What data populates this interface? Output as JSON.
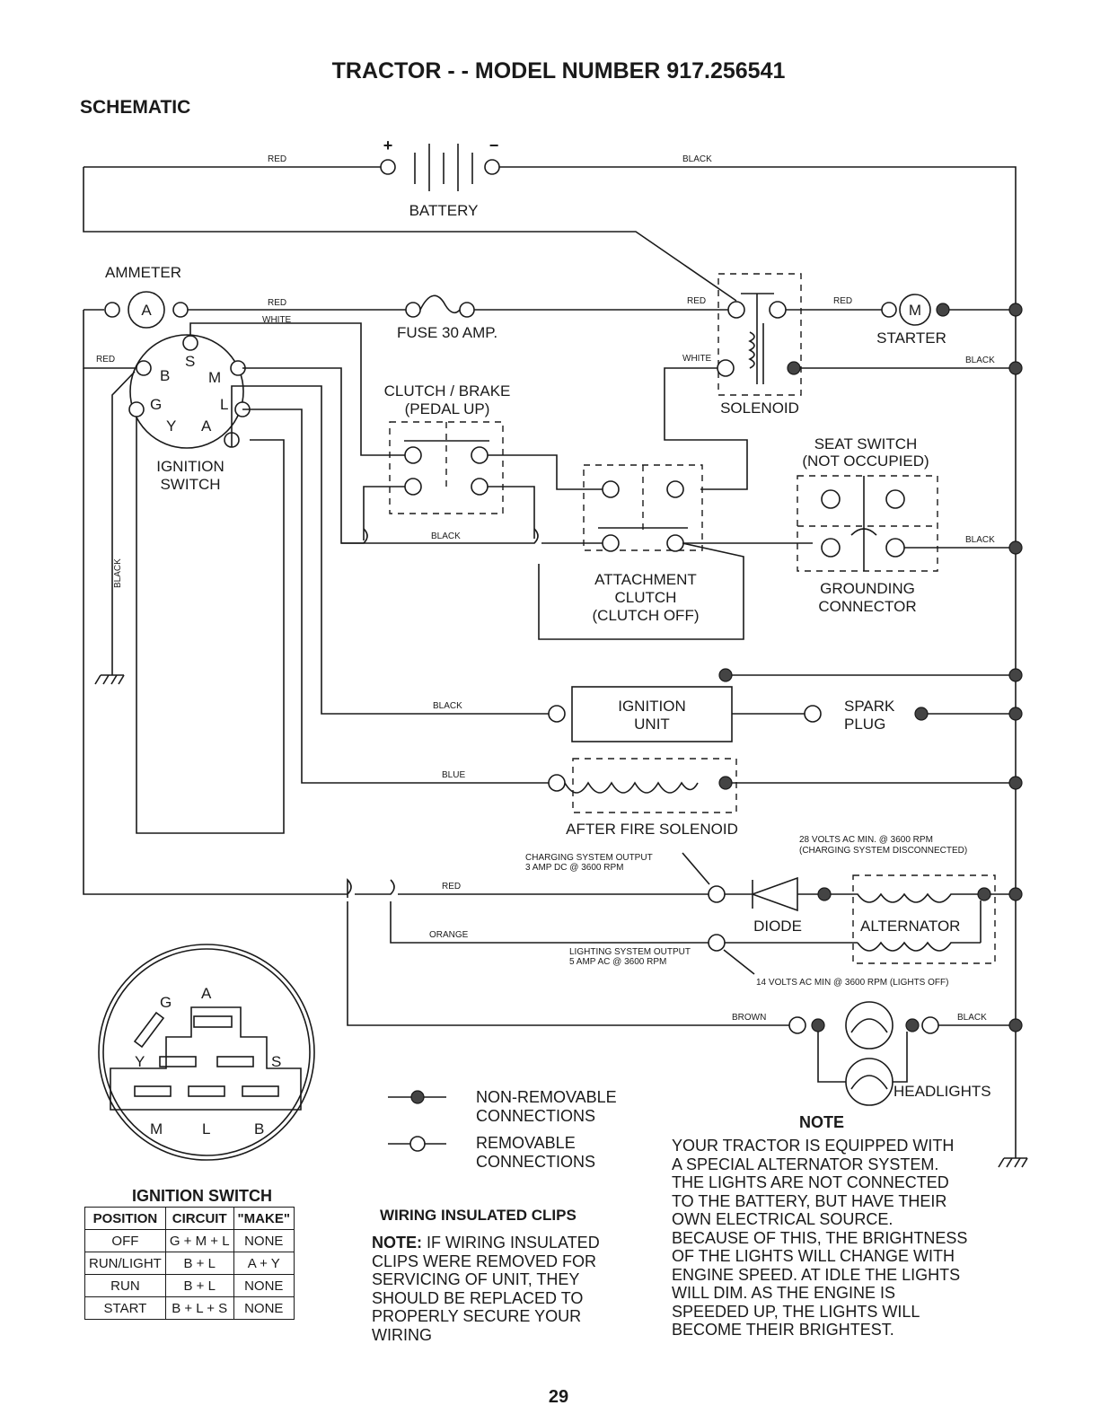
{
  "header": {
    "title": "TRACTOR - - MODEL NUMBER 917.256541",
    "section": "SCHEMATIC"
  },
  "components": {
    "battery": "BATTERY",
    "battery_pos": "+",
    "battery_neg": "−",
    "ammeter": "AMMETER",
    "ammeter_symbol": "A",
    "fuse": "FUSE 30 AMP.",
    "starter": "STARTER",
    "starter_symbol": "M",
    "solenoid": "SOLENOID",
    "clutch_brake_1": "CLUTCH / BRAKE",
    "clutch_brake_2": "(PEDAL UP)",
    "seat_switch_1": "SEAT SWITCH",
    "seat_switch_2": "(NOT OCCUPIED)",
    "ignition_switch_1": "IGNITION",
    "ignition_switch_2": "SWITCH",
    "attachment_1": "ATTACHMENT",
    "attachment_2": "CLUTCH",
    "attachment_3": "(CLUTCH OFF)",
    "grounding_1": "GROUNDING",
    "grounding_2": "CONNECTOR",
    "ignition_unit_1": "IGNITION",
    "ignition_unit_2": "UNIT",
    "spark_plug_1": "SPARK",
    "spark_plug_2": "PLUG",
    "after_fire": "AFTER FIRE SOLENOID",
    "diode": "DIODE",
    "alternator": "ALTERNATOR",
    "headlights": "HEADLIGHTS"
  },
  "terminals": {
    "B": "B",
    "S": "S",
    "M": "M",
    "G": "G",
    "L": "L",
    "Y": "Y",
    "A": "A"
  },
  "wire_labels": {
    "red": "RED",
    "black": "BLACK",
    "white": "WHITE",
    "blue": "BLUE",
    "orange": "ORANGE",
    "brown": "BROWN"
  },
  "annotations": {
    "charging_1": "CHARGING SYSTEM OUTPUT",
    "charging_2": "3 AMP DC @ 3600 RPM",
    "lighting_1": "LIGHTING SYSTEM OUTPUT",
    "lighting_2": "5 AMP AC @ 3600 RPM",
    "volts28_1": "28 VOLTS AC MIN. @ 3600 RPM",
    "volts28_2": "(CHARGING SYSTEM DISCONNECTED)",
    "volts14": "14 VOLTS AC MIN @ 3600 RPM (LIGHTS OFF)"
  },
  "legend": {
    "non_removable_1": "NON-REMOVABLE",
    "non_removable_2": "CONNECTIONS",
    "removable_1": "REMOVABLE",
    "removable_2": "CONNECTIONS"
  },
  "ignition_table": {
    "title": "IGNITION SWITCH",
    "headers": [
      "POSITION",
      "CIRCUIT",
      "\"MAKE\""
    ],
    "rows": [
      [
        "OFF",
        "G + M + L",
        "NONE"
      ],
      [
        "RUN/LIGHT",
        "B + L",
        "A + Y"
      ],
      [
        "RUN",
        "B + L",
        "NONE"
      ],
      [
        "START",
        "B + L + S",
        "NONE"
      ]
    ]
  },
  "clips": {
    "title": "WIRING INSULATED CLIPS",
    "note_label": "NOTE:",
    "note_lines": [
      "IF WIRING INSULATED",
      "CLIPS WERE REMOVED FOR",
      "SERVICING OF UNIT, THEY",
      "SHOULD BE REPLACED TO",
      "PROPERLY SECURE YOUR",
      "WIRING"
    ]
  },
  "note": {
    "title": "NOTE",
    "lines": [
      "YOUR TRACTOR IS EQUIPPED WITH",
      "A SPECIAL ALTERNATOR SYSTEM.",
      "THE LIGHTS ARE NOT CONNECTED",
      "TO  THE BATTERY, BUT HAVE THEIR",
      "OWN ELECTRICAL SOURCE.",
      "BECAUSE OF THIS, THE BRIGHTNESS",
      "OF THE LIGHTS WILL CHANGE WITH",
      "ENGINE SPEED.  AT IDLE THE LIGHTS",
      "WILL DIM.  AS THE ENGINE IS",
      "SPEEDED UP, THE LIGHTS WILL",
      "BECOME THEIR BRIGHTEST."
    ]
  },
  "page_number": "29"
}
